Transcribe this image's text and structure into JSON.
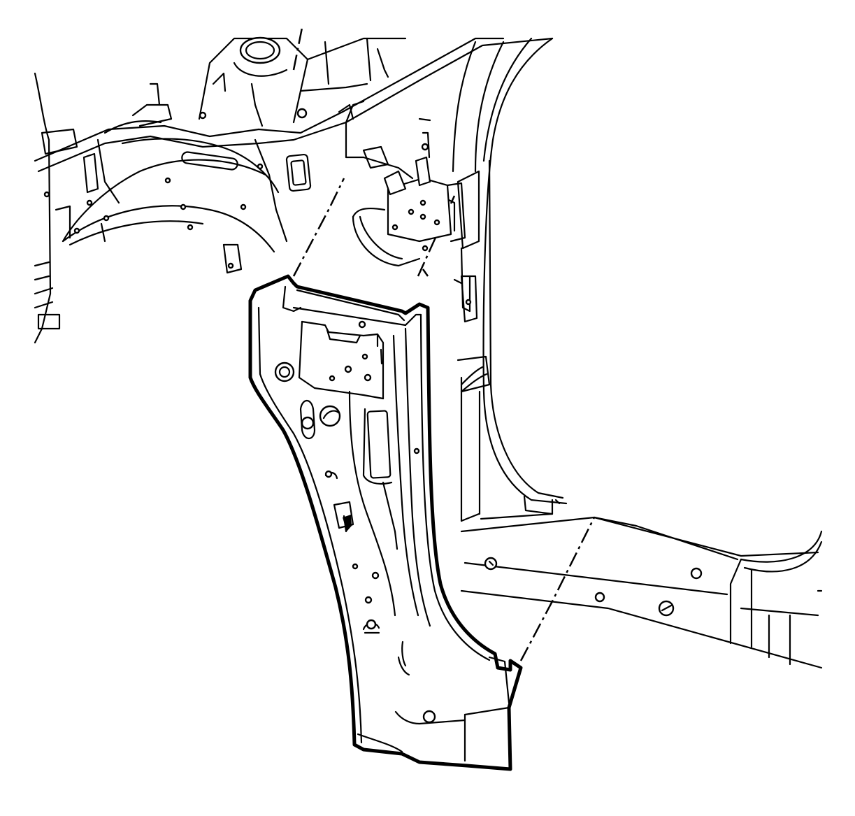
{
  "figure": {
    "colors": {
      "line": "#000000",
      "background": "#ffffff"
    },
    "parts": [
      {
        "id": "front-frame-rail",
        "icon": "frame-rail-icon"
      },
      {
        "id": "strut-tower",
        "icon": "strut-tower-icon"
      },
      {
        "id": "a-pillar-body",
        "icon": "body-pillar-icon"
      },
      {
        "id": "door-hinge-bracket",
        "icon": "hinge-bracket-icon"
      },
      {
        "id": "rocker-sill",
        "icon": "rocker-sill-icon"
      },
      {
        "id": "hinge-pillar-reinforcement",
        "icon": "reinforcement-panel-icon",
        "highlighted": true
      }
    ]
  }
}
